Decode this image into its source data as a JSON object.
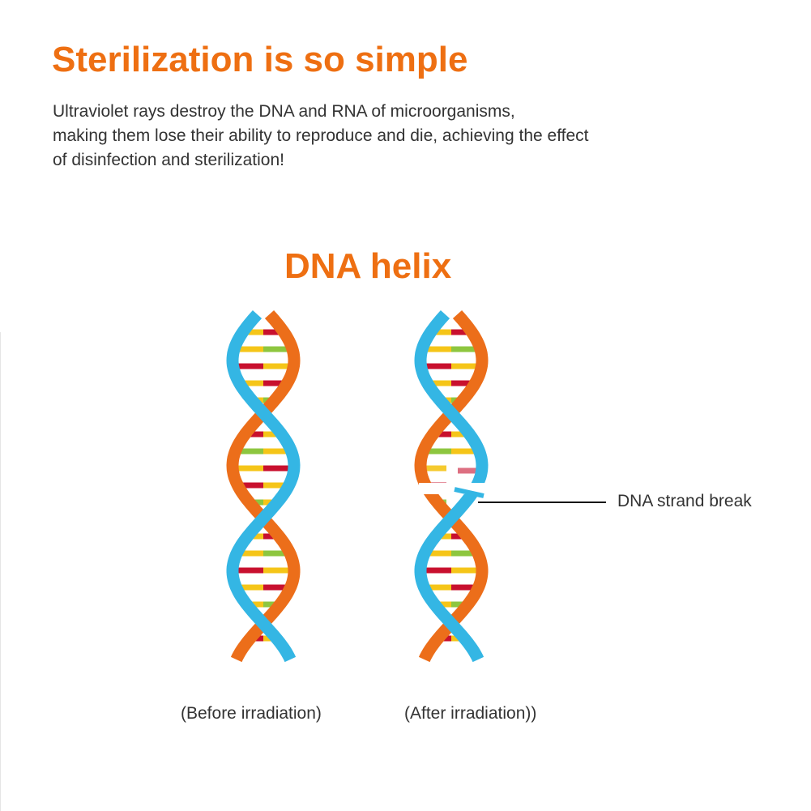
{
  "header": {
    "title": "Sterilization is so simple",
    "description_lines": [
      "Ultraviolet rays destroy the DNA and RNA of microorganisms,",
      "making them lose their ability to reproduce and die, achieving the effect",
      "of disinfection and sterilization!"
    ]
  },
  "diagram": {
    "title": "DNA helix",
    "before_caption": "(Before irradiation)",
    "after_caption": "(After irradiation))",
    "break_label": "DNA strand break",
    "colors": {
      "accent": "#ee6f12",
      "strand_orange": "#ec6e1a",
      "strand_blue": "#34b6e4",
      "base_red": "#c8102e",
      "base_yellow": "#f5c518",
      "base_green": "#8dc63f"
    }
  }
}
